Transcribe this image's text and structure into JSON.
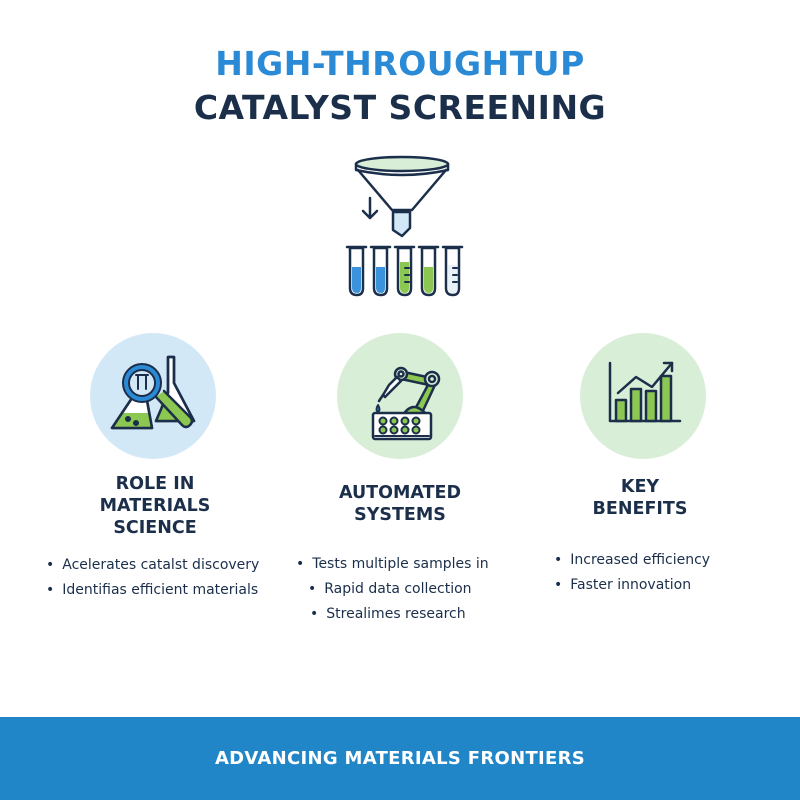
{
  "header": {
    "title_line1": "HIGH-THROUGHTUP",
    "title_line2": "CATALYST SCREENING",
    "hero_icon": "funnel-and-test-tubes-icon"
  },
  "colors": {
    "accent_blue": "#2a8ad6",
    "navy": "#1b2f4b",
    "green": "#8cc751",
    "footer_blue": "#2086c8",
    "circle_blue": "#d3e8f6",
    "circle_green": "#d9eed7"
  },
  "sections": [
    {
      "icon": "magnifier-flask-icon",
      "heading": "ROLE IN MATERIALS SCIENCE",
      "heading_lines": [
        "ROLE IN",
        "MATERIALS",
        "SCIENCE"
      ],
      "bullets": [
        "Acelerates catalst discovery",
        "Identifias efficient materials"
      ]
    },
    {
      "icon": "robotic-arm-well-plate-icon",
      "heading": "AUTOMATED SYSTEMS",
      "heading_lines": [
        "AUTOMATED",
        "SYSTEMS"
      ],
      "bullets": [
        "Tests multiple samples in",
        "Rapid data collection",
        "Strealimes research"
      ]
    },
    {
      "icon": "rising-bar-chart-icon",
      "heading": "KEY BENEFITS",
      "heading_lines": [
        "KEY",
        "BENEFITS"
      ],
      "bullets": [
        "Increased efficiency",
        "Faster innovation"
      ]
    }
  ],
  "footer": {
    "text": "ADVANCING MATERIALS FRONTIERS"
  }
}
